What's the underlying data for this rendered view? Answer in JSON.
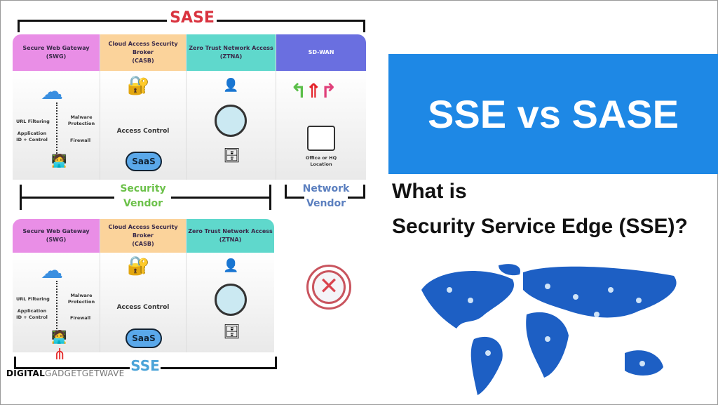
{
  "sase_label": "SASE",
  "sse_label": "SSE",
  "columns": [
    {
      "title": "Secure Web Gateway",
      "abbr": "(SWG)",
      "color": "#e98ee6",
      "items": [
        "URL Filtering",
        "Application ID + Control",
        "Malware Protection",
        "Firewall"
      ]
    },
    {
      "title": "Cloud Access Security Broker",
      "abbr": "(CASB)",
      "color": "#fbd39b",
      "items": [
        "Access Control",
        "SaaS"
      ]
    },
    {
      "title": "Zero Trust Network Access",
      "abbr": "(ZTNA)",
      "color": "#5fd8cc",
      "items": []
    },
    {
      "title": "SD-WAN",
      "abbr": "",
      "color": "#6a6fe0",
      "items": [
        "Office or HQ Location"
      ]
    }
  ],
  "security_vendor": [
    "Security",
    "Vendor"
  ],
  "network_vendor": [
    "Network",
    "Vendor"
  ],
  "banner": {
    "title": "SSE vs SASE",
    "color": "#1e88e5"
  },
  "question": {
    "line1": "What is",
    "line2": "Security Service Edge (SSE)?"
  },
  "watermark": {
    "bold": "DIGITAL",
    "rest": "GADGETGETWAVE"
  }
}
